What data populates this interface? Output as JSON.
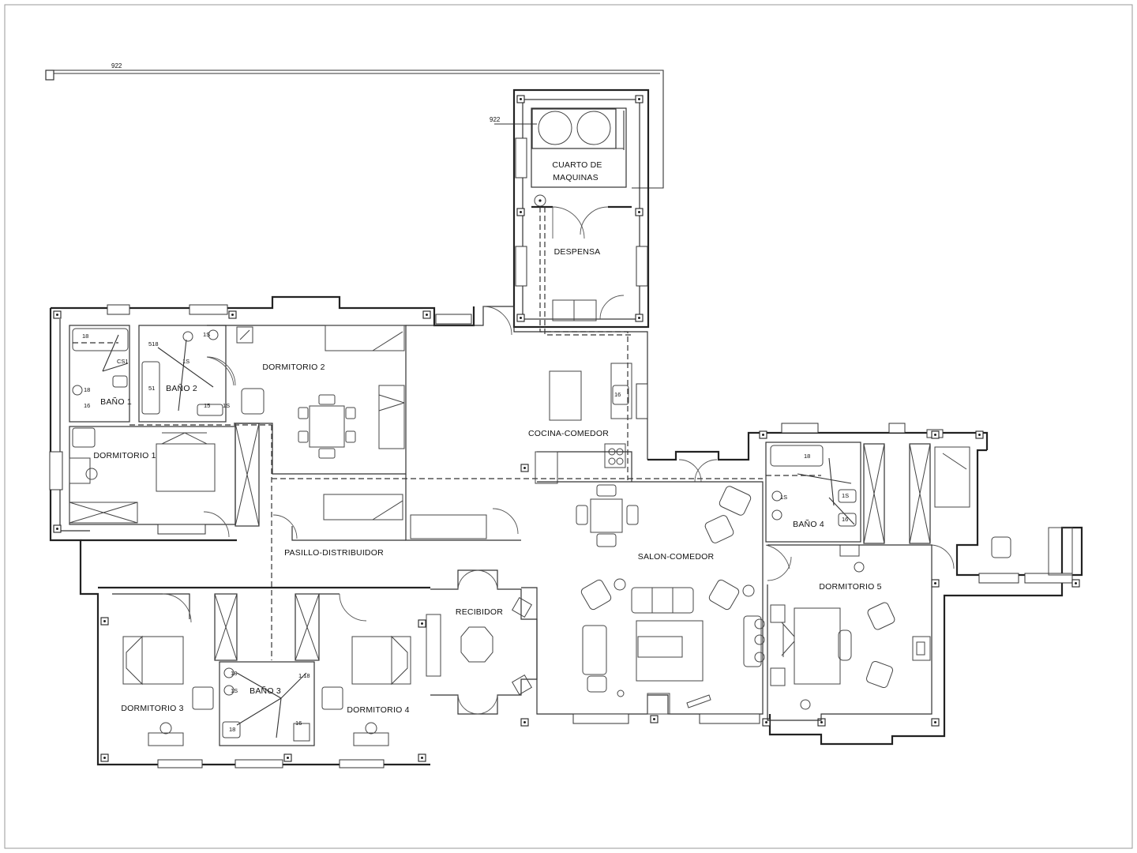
{
  "dimensions": {
    "top_line": "922",
    "machine_room_line": "922"
  },
  "rooms": {
    "machine_room_line1": "CUARTO DE",
    "machine_room_line2": "MAQUINAS",
    "pantry": "DESPENSA",
    "bedroom_2": "DORMITORIO 2",
    "bath_1": "BAÑO 1",
    "bath_2": "BAÑO 2",
    "bedroom_1": "DORMITORIO 1",
    "kitchen_dining": "COCINA-COMEDOR",
    "bath_4": "BAÑO 4",
    "hallway": "PASILLO-DISTRIBUIDOR",
    "living_dining": "SALON-COMEDOR",
    "bedroom_5": "DORMITORIO 5",
    "entrance": "RECIBIDOR",
    "bath_3": "BAÑO 3",
    "bedroom_3": "DORMITORIO 3",
    "bedroom_4": "DORMITORIO 4"
  },
  "fixture_marks": {
    "b1_a": "18",
    "b1_b": "CS1",
    "b1_c": "18",
    "b1_d": "16",
    "b2_a": "518",
    "b2_b": "1S",
    "b2_c": "1S",
    "b2_d": "51",
    "b2_e": "15",
    "b2_f": "1S",
    "kit_a": "16",
    "b4_a": "18",
    "b4_b": "1S",
    "b4_c": "16",
    "b4_d": "1S",
    "b3_a": "18",
    "b3_b": "1S",
    "b3_c": "1.18",
    "b3_d": "16",
    "b3_e": "18"
  }
}
